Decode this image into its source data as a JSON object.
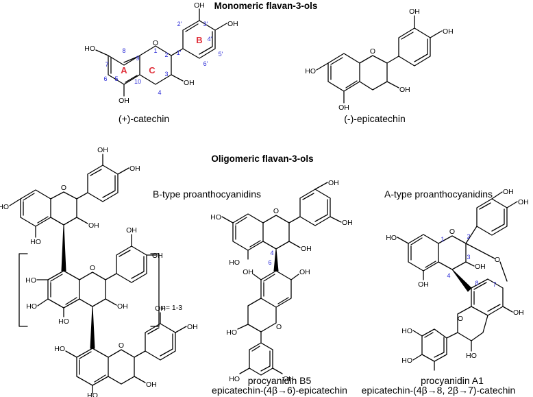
{
  "headings": {
    "monomeric": "Monomeric flavan-3-ols",
    "oligomeric": "Oligomeric flavan-3-ols",
    "b_type": "B-type proanthocyanidins",
    "a_type": "A-type proanthocyanidins"
  },
  "captions": {
    "catechin": "(+)-catechin",
    "epicatechin": "(-)-epicatechin",
    "b5_name": "procyanidin B5",
    "b5_linkage": "epicatechin-(4β→6)-epicatechin",
    "a1_name": "procyanidin A1",
    "a1_linkage": "epicatechin-(4β→8, 2β→7)-catechin"
  },
  "atoms": {
    "oh": "OH",
    "ho": "HO",
    "o": "O"
  },
  "ring_labels": {
    "a": "A",
    "b": "B",
    "c": "C"
  },
  "numbering": {
    "catechin": [
      "1",
      "2",
      "3",
      "4",
      "5",
      "6",
      "7",
      "8",
      "9",
      "10",
      "1'",
      "2'",
      "3'",
      "4'",
      "5'",
      "6'"
    ],
    "a1": [
      "1",
      "2",
      "3",
      "4",
      "7",
      "8"
    ]
  },
  "repeat_label": "n= 1-3",
  "colors": {
    "numbering": "#2a2ad6",
    "ring_labels": "#e0303a"
  }
}
